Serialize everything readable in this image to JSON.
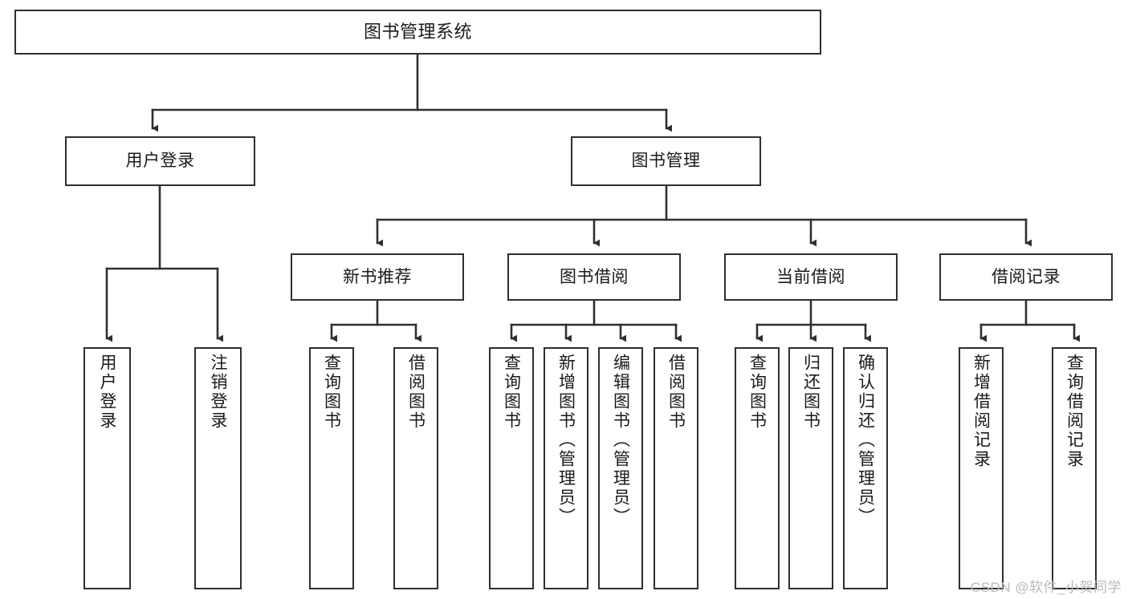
{
  "diagram": {
    "title": "图书管理系统",
    "type": "tree-hierarchy",
    "root": {
      "id": "root",
      "label": "图书管理系统"
    },
    "level2": [
      {
        "id": "user-login",
        "label": "用户登录"
      },
      {
        "id": "book-manage",
        "label": "图书管理"
      }
    ],
    "level3": [
      {
        "id": "new-book-recommend",
        "label": "新书推荐",
        "parent": "book-manage"
      },
      {
        "id": "book-borrow",
        "label": "图书借阅",
        "parent": "book-manage"
      },
      {
        "id": "current-borrow",
        "label": "当前借阅",
        "parent": "book-manage"
      },
      {
        "id": "borrow-record",
        "label": "借阅记录",
        "parent": "book-manage"
      }
    ],
    "leaves": [
      {
        "id": "leaf-user-login",
        "label": "用户登录",
        "parent": "user-login"
      },
      {
        "id": "leaf-logout-login",
        "label": "注销登录",
        "parent": "user-login"
      },
      {
        "id": "leaf-query-book-1",
        "label": "查询图书",
        "parent": "new-book-recommend"
      },
      {
        "id": "leaf-borrow-book-1",
        "label": "借阅图书",
        "parent": "new-book-recommend"
      },
      {
        "id": "leaf-query-book-2",
        "label": "查询图书",
        "parent": "book-borrow"
      },
      {
        "id": "leaf-add-book",
        "label": "新增图书（管理员）",
        "parent": "book-borrow"
      },
      {
        "id": "leaf-edit-book",
        "label": "编辑图书（管理员）",
        "parent": "book-borrow"
      },
      {
        "id": "leaf-borrow-book-2",
        "label": "借阅图书",
        "parent": "book-borrow"
      },
      {
        "id": "leaf-query-book-3",
        "label": "查询图书",
        "parent": "current-borrow"
      },
      {
        "id": "leaf-return-book",
        "label": "归还图书",
        "parent": "current-borrow"
      },
      {
        "id": "leaf-confirm-return",
        "label": "确认归还（管理员）",
        "parent": "current-borrow"
      },
      {
        "id": "leaf-add-record",
        "label": "新增借阅记录",
        "parent": "borrow-record"
      },
      {
        "id": "leaf-query-record",
        "label": "查询借阅记录",
        "parent": "borrow-record"
      }
    ]
  },
  "watermark": {
    "text": "CSDN @软件_小贺同学"
  },
  "colors": {
    "stroke": "#2f2f2f",
    "background": "#ffffff",
    "text": "#1a1a1a",
    "watermark": "#b9b9b9"
  }
}
